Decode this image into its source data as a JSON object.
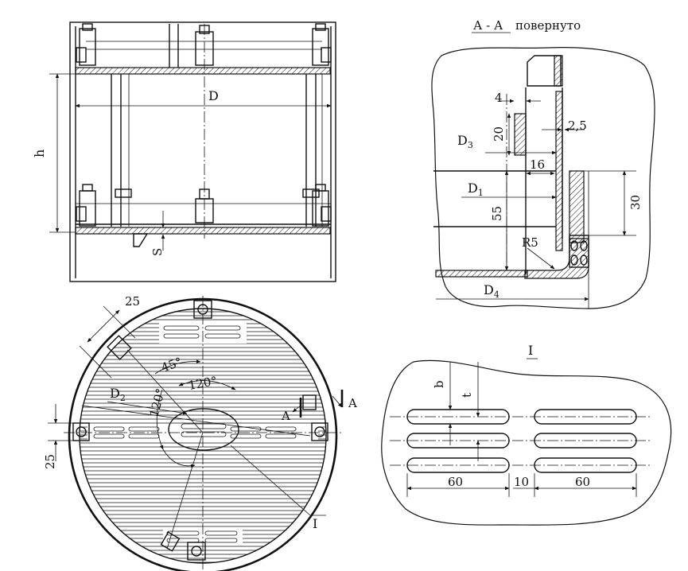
{
  "top_view": {
    "label_D": "D",
    "label_h": "h",
    "label_S": "S"
  },
  "section_view": {
    "title_section": "А - А",
    "title_rest": "повернуто",
    "dim_4": "4",
    "dim_2_5": "2,5",
    "dim_20": "20",
    "dim_16": "16",
    "dim_55": "55",
    "dim_30": "30",
    "radius": "R5",
    "label_D3": "D",
    "label_D3_sub": "3",
    "label_D1": "D",
    "label_D1_sub": "1",
    "label_D4": "D",
    "label_D4_sub": "4"
  },
  "plan_view": {
    "dim_25_top": "25",
    "dim_25_left": "25",
    "angle_45": "45°",
    "angle_120a": "120°",
    "angle_120b": "120°",
    "label_D2": "D",
    "label_D2_sub": "2",
    "mark_A_left": "A",
    "mark_A_right": "A",
    "detail_ref": "I"
  },
  "detail_view": {
    "title": "I",
    "label_b": "b",
    "label_t": "t",
    "dim_60_left": "60",
    "dim_10": "10",
    "dim_60_right": "60"
  }
}
